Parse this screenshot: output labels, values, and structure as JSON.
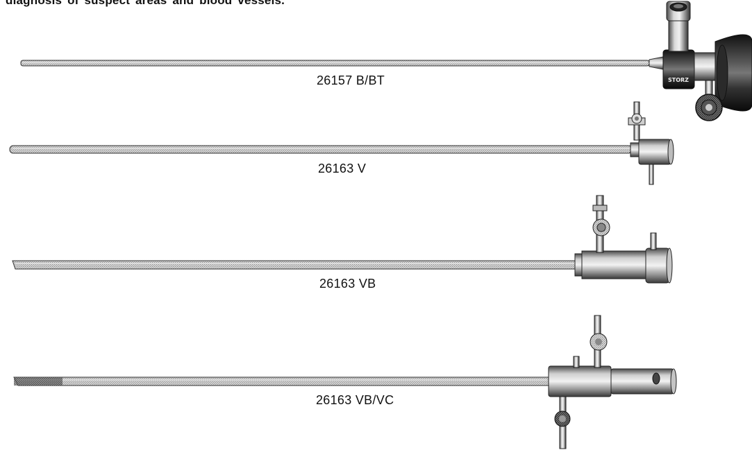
{
  "heading": "diagnosis of suspect areas and blood vessels.",
  "instruments": [
    {
      "model": "26157 B/BT"
    },
    {
      "model": "26163 V"
    },
    {
      "model": "26163 VB"
    },
    {
      "model": "26163 VB/VC"
    }
  ],
  "logo_text": "STORZ"
}
